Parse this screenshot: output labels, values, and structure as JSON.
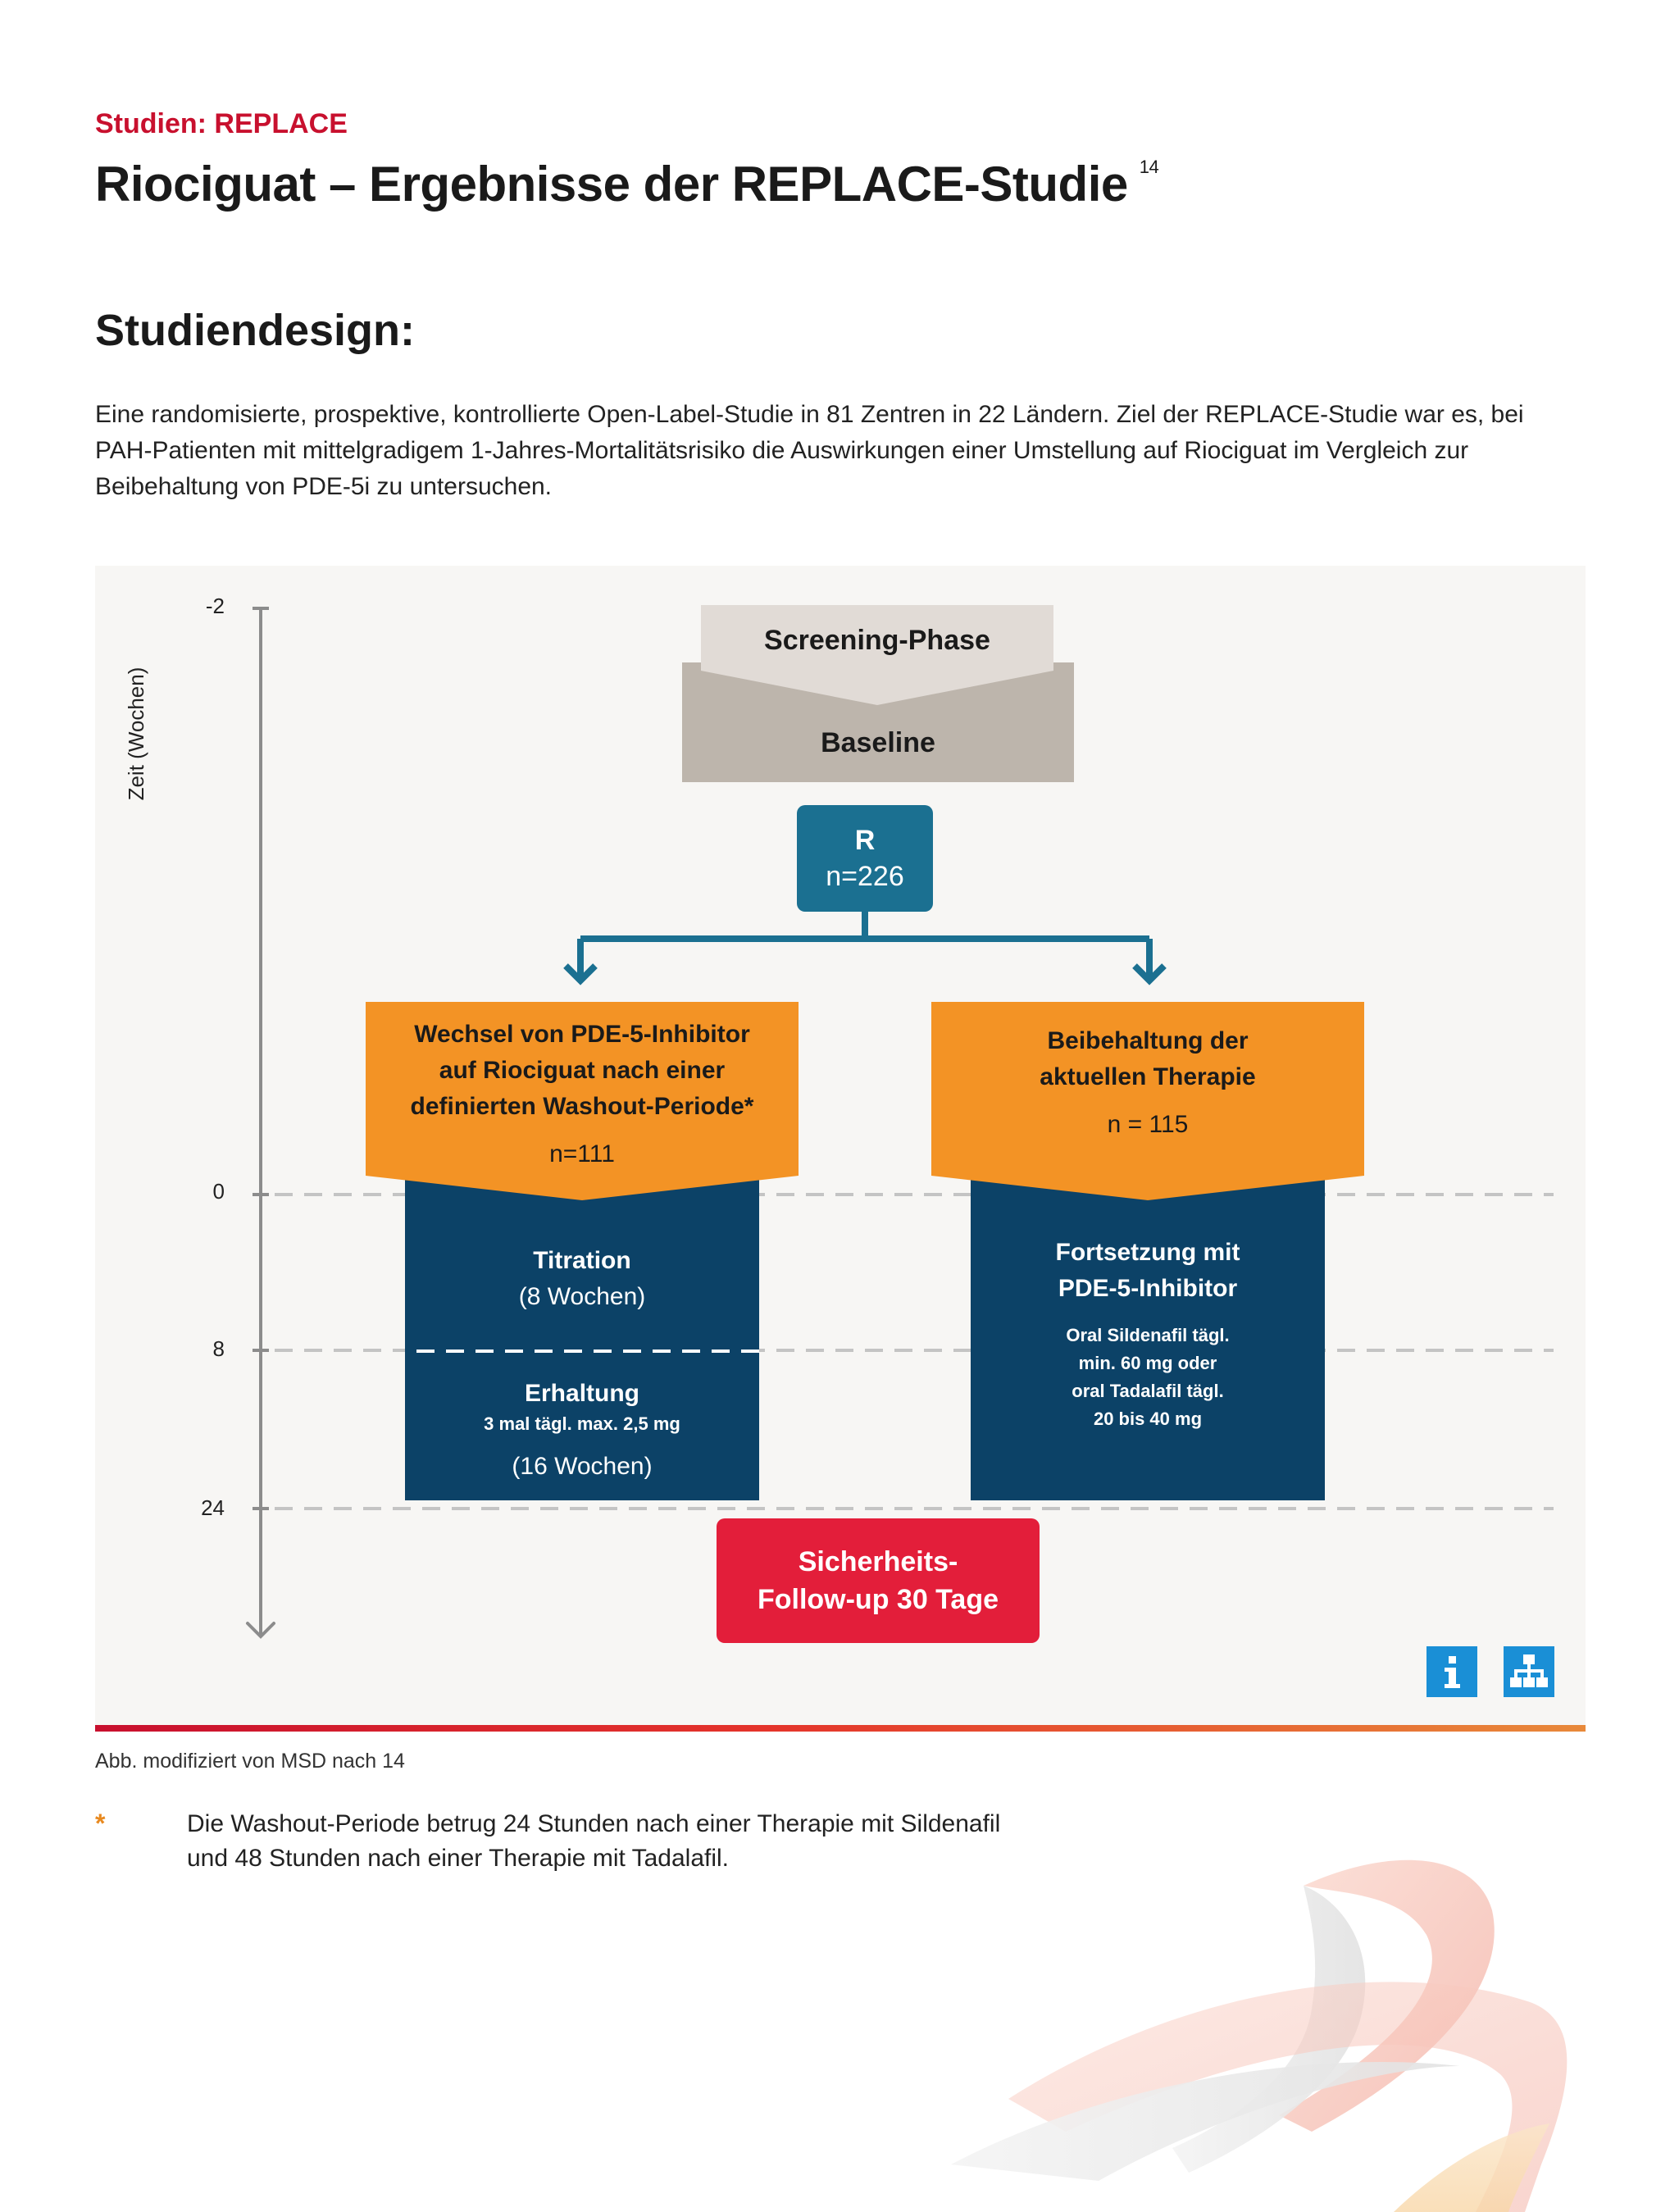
{
  "header": {
    "eyebrow": "Studien: REPLACE",
    "title": "Riociguat – Ergebnisse der REPLACE-Studie",
    "title_ref": "14"
  },
  "section": {
    "heading": "Studiendesign:",
    "intro": "Eine randomisierte, prospektive, kontrollierte Open-Label-Studie in 81 Zentren in 22 Ländern. Ziel der REPLACE-Studie war es, bei PAH-Patienten mit mittelgradigem 1-Jahres-Mortalitätsrisiko die Auswirkungen einer Umstellung auf Riociguat im Vergleich zur Beibehaltung von PDE-5i zu untersuchen."
  },
  "diagram": {
    "axis_title": "Zeit (Wochen)",
    "ticks": [
      "-2",
      "0",
      "8",
      "24"
    ],
    "screening": "Screening-Phase",
    "baseline": "Baseline",
    "randomization": {
      "label": "R",
      "n": "n=226"
    },
    "arm_left": {
      "header_lines": [
        "Wechsel von  PDE-5-Inhibitor",
        "auf Riociguat nach einer",
        "definierten Washout-Periode*"
      ],
      "n": "n=111",
      "titration_title": "Titration",
      "titration_duration": "(8 Wochen)",
      "maintenance_title": "Erhaltung",
      "maintenance_dose": "3 mal tägl. max. 2,5 mg",
      "maintenance_duration": "(16 Wochen)"
    },
    "arm_right": {
      "header_lines": [
        "Beibehaltung der",
        "aktuellen Therapie"
      ],
      "n": "n = 115",
      "body_title_lines": [
        "Fortsetzung mit",
        "PDE-5-Inhibitor"
      ],
      "body_detail_lines": [
        "Oral Sildenafil tägl.",
        "min. 60 mg oder",
        "oral Tadalafil tägl.",
        "20 bis 40 mg"
      ]
    },
    "followup_lines": [
      "Sicherheits-",
      "Follow-up 30 Tage"
    ],
    "icons": [
      "info-icon",
      "sitemap-icon"
    ],
    "colors": {
      "orange": "#f39325",
      "navy": "#0c4267",
      "teal": "#1b7091",
      "red": "#e31e3a",
      "beige_light": "#e1dbd6",
      "beige_dark": "#bdb5ac",
      "icon_blue": "#1a8fd6"
    }
  },
  "footer": {
    "caption": "Abb. modifiziert von MSD nach 14",
    "note_marker": "*",
    "note_lines": [
      "Die Washout-Periode betrug 24 Stunden nach einer Therapie mit Sildenafil",
      "und 48 Stunden nach einer Therapie mit Tadalafil."
    ]
  }
}
